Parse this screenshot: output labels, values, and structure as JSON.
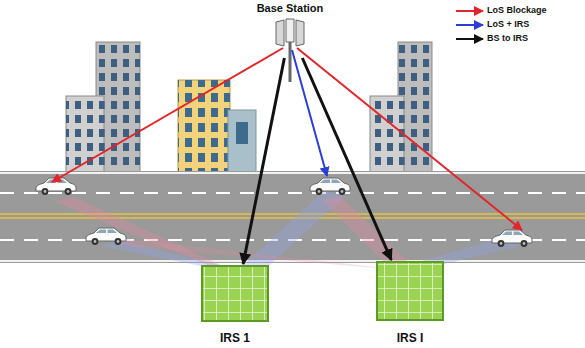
{
  "diagram": {
    "nodes": [
      {
        "text": [
          "Base Station"
        ]
      },
      {
        "text": [
          "IRS 1"
        ]
      },
      {
        "text": [
          "IRS I"
        ]
      }
    ],
    "edges": [
      {
        "from": 0,
        "to": 1,
        "arrow": "to"
      },
      {
        "from": 0,
        "to": 2,
        "arrow": "to"
      }
    ],
    "legend": [
      {
        "text": "LoS Blockage"
      },
      {
        "text": "LoS + IRS"
      },
      {
        "text": "BS to IRS"
      }
    ]
  }
}
